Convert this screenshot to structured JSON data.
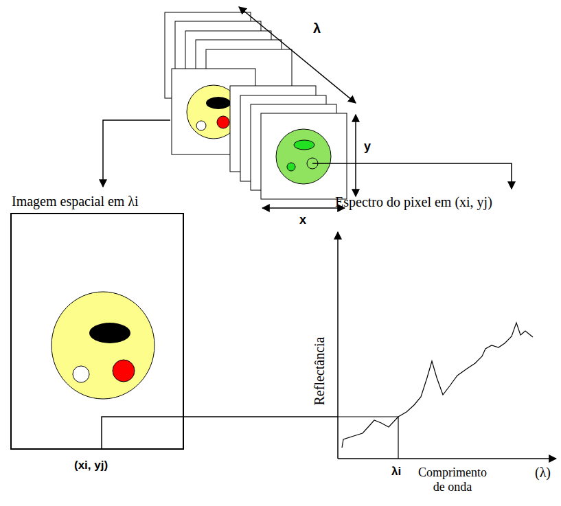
{
  "diagram": {
    "nodes": [
      {
        "text": [
          "Imagem espacial em λi"
        ]
      },
      {
        "text": [
          "Espectro do pixel em (xi, yj)"
        ]
      }
    ],
    "edges": [
      {
        "from": 0,
        "to": 1,
        "arrow": "none"
      }
    ],
    "labels": [
      "λ",
      "y",
      "x",
      "(xi, yj)",
      "Reflectância",
      "λi",
      "Comprimento de onda",
      "(λ)"
    ]
  }
}
